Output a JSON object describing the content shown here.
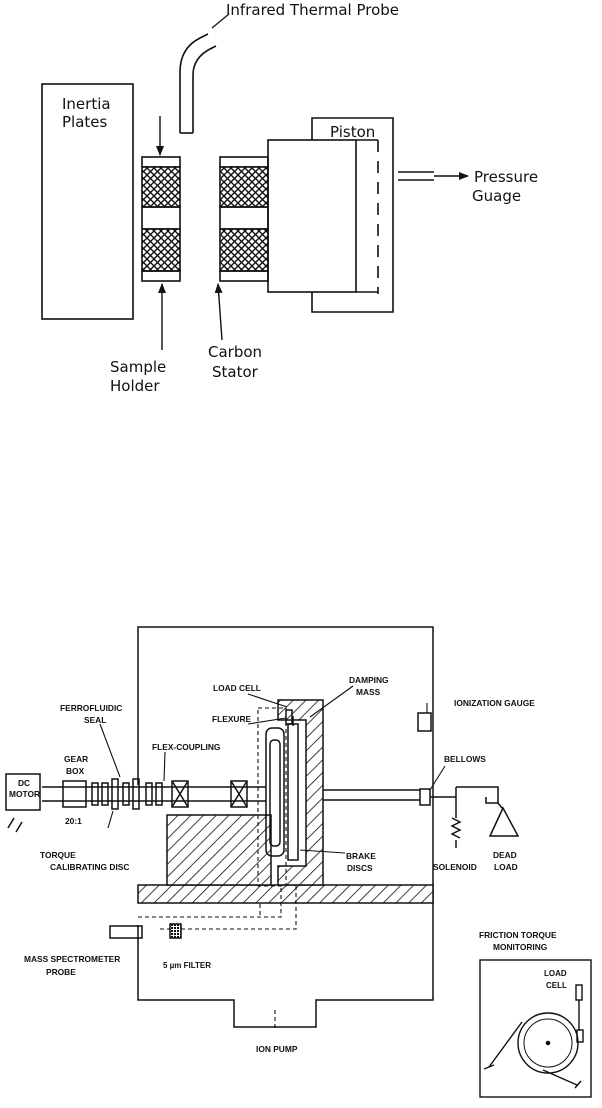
{
  "diagram_top": {
    "probe_label": "Infrared Thermal Probe",
    "inertia_label_1": "Inertia",
    "inertia_label_2": "Plates",
    "piston_label": "Piston",
    "pressure_label_1": "Pressure",
    "pressure_label_2": "Guage",
    "sample_label_1": "Sample",
    "sample_label_2": "Holder",
    "stator_label_1": "Carbon",
    "stator_label_2": "Stator"
  },
  "diagram_bottom": {
    "dc_motor_1": "DC",
    "dc_motor_2": "MOTOR",
    "gear_box_1": "GEAR",
    "gear_box_2": "BOX",
    "gear_ratio": "20:1",
    "ferrofluidic_1": "FERROFLUIDIC",
    "ferrofluidic_2": "SEAL",
    "flex_coupling": "FLEX-COUPLING",
    "flexure": "FLEXURE",
    "load_cell": "LOAD CELL",
    "damping_1": "DAMPING",
    "damping_2": "MASS",
    "ionization_gauge": "IONIZATION GAUGE",
    "bellows": "BELLOWS",
    "brake_1": "BRAKE",
    "brake_2": "DISCS",
    "solenoid": "SOLENOID",
    "dead_1": "DEAD",
    "dead_2": "LOAD",
    "torque_1": "TORQUE",
    "torque_2": "CALIBRATING DISC",
    "mass_spec_1": "MASS SPECTROMETER",
    "mass_spec_2": "PROBE",
    "filter": "5 µm FILTER",
    "ion_pump": "ION PUMP",
    "friction_1": "FRICTION TORQUE",
    "friction_2": "MONITORING",
    "inset_load_1": "LOAD",
    "inset_load_2": "CELL"
  }
}
